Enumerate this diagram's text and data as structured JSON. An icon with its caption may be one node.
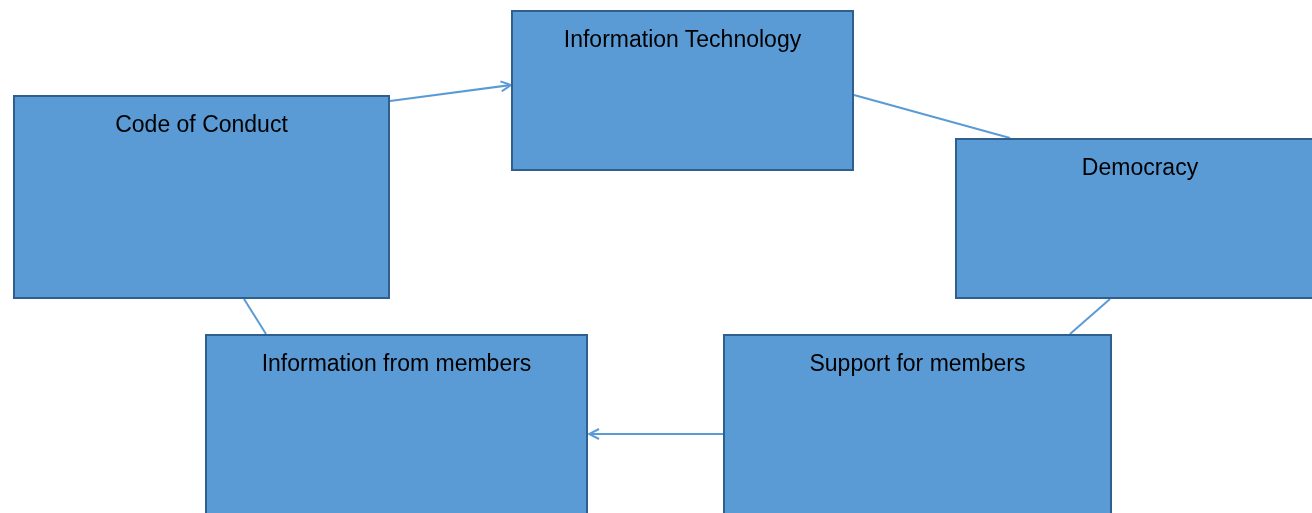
{
  "diagram": {
    "nodes": [
      {
        "text": [
          "Code of Conduct"
        ]
      },
      {
        "text": [
          "Information Technology"
        ]
      },
      {
        "text": [
          "Democracy"
        ]
      },
      {
        "text": [
          "Information from members"
        ]
      },
      {
        "text": [
          "Support for members"
        ]
      }
    ],
    "edges": [
      {
        "from": 0,
        "to": 1,
        "arrow": "to"
      },
      {
        "from": 1,
        "to": 2,
        "arrow": "none"
      },
      {
        "from": 2,
        "to": 4,
        "arrow": "none"
      },
      {
        "from": 4,
        "to": 3,
        "arrow": "to"
      },
      {
        "from": 0,
        "to": 3,
        "arrow": "none"
      }
    ]
  }
}
